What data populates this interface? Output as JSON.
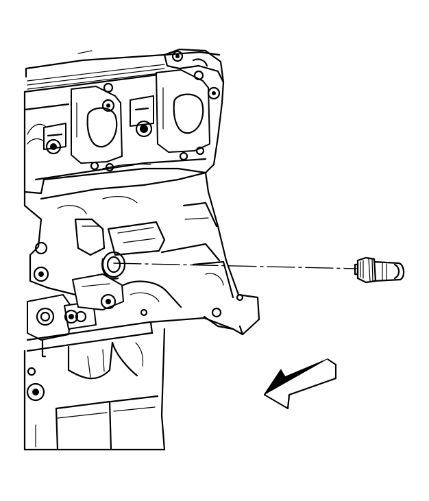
{
  "diagram": {
    "casting_marks": [
      "",
      ""
    ],
    "colors": {
      "ink": "#000000",
      "paper": "#ffffff",
      "arrow_fill": "#ffffff"
    },
    "parts": [
      {
        "id": "engine-block",
        "kind": "engine-illustration"
      },
      {
        "id": "sensor",
        "kind": "sensor-component"
      },
      {
        "id": "installation-leader",
        "kind": "dash-dot-leader-line"
      },
      {
        "id": "direction-arrow",
        "kind": "front-of-vehicle-arrow",
        "points": "left-down"
      }
    ]
  }
}
